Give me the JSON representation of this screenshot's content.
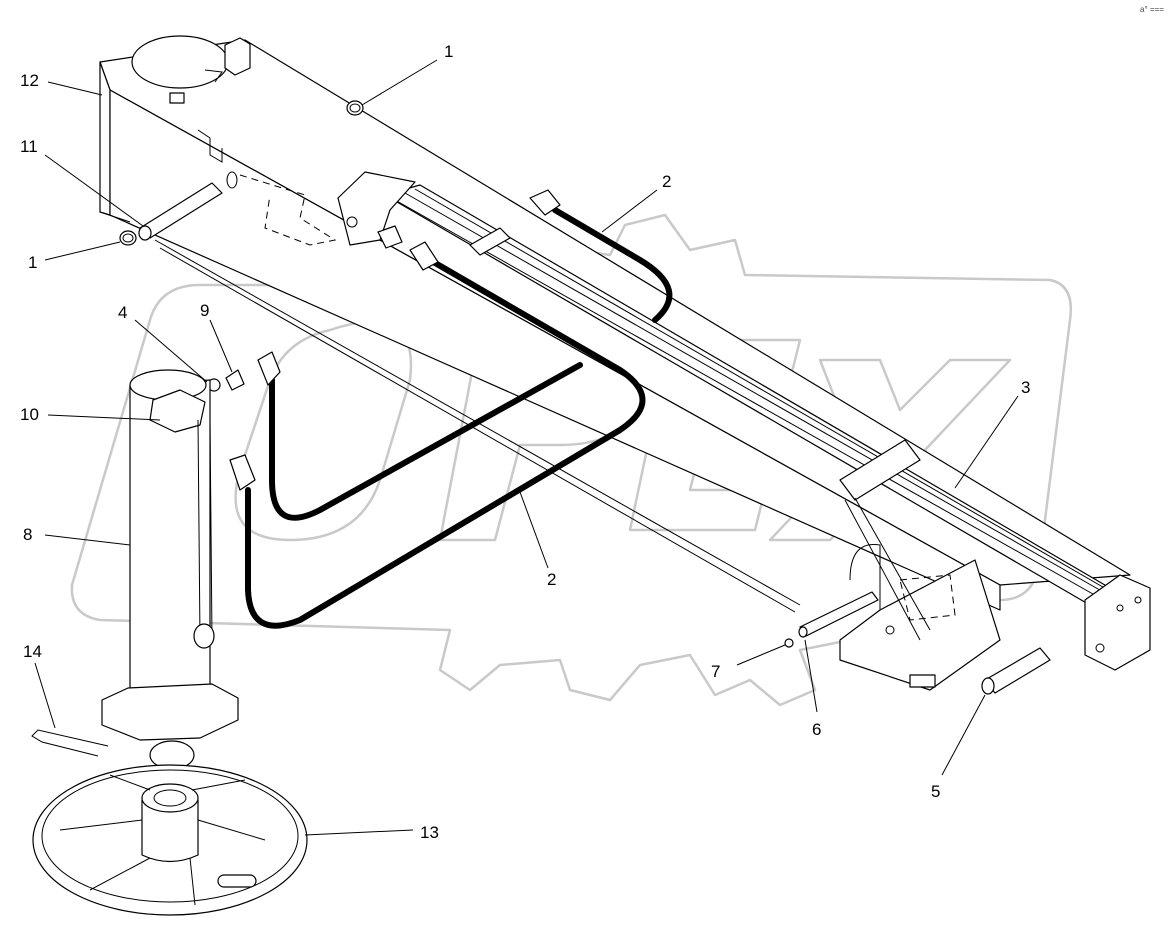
{
  "corner_mark": "a° ===",
  "callouts": [
    {
      "id": "c1a",
      "label": "1"
    },
    {
      "id": "c1b",
      "label": "1"
    },
    {
      "id": "c2a",
      "label": "2"
    },
    {
      "id": "c2b",
      "label": "2"
    },
    {
      "id": "c3",
      "label": "3"
    },
    {
      "id": "c4",
      "label": "4"
    },
    {
      "id": "c5",
      "label": "5"
    },
    {
      "id": "c6",
      "label": "6"
    },
    {
      "id": "c7",
      "label": "7"
    },
    {
      "id": "c8",
      "label": "8"
    },
    {
      "id": "c9",
      "label": "9"
    },
    {
      "id": "c10",
      "label": "10"
    },
    {
      "id": "c11",
      "label": "11"
    },
    {
      "id": "c12",
      "label": "12"
    },
    {
      "id": "c13",
      "label": "13"
    },
    {
      "id": "c14",
      "label": "14"
    }
  ],
  "colors": {
    "line": "#000000",
    "watermark": "#c9c9c9",
    "background": "#ffffff"
  }
}
